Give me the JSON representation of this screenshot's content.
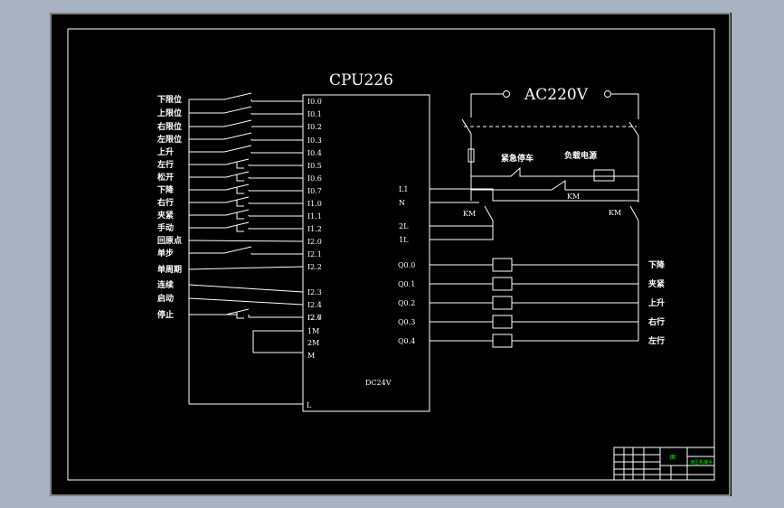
{
  "title": "CPU226",
  "power": "AC220V",
  "supply": "DC24V",
  "inputs": [
    {
      "label": "下限位",
      "pin": "I0.0",
      "type": "no"
    },
    {
      "label": "上限位",
      "pin": "I0.1",
      "type": "no"
    },
    {
      "label": "右限位",
      "pin": "I0.2",
      "type": "no"
    },
    {
      "label": "左限位",
      "pin": "I0.3",
      "type": "no"
    },
    {
      "label": "上升",
      "pin": "I0.4",
      "type": "no"
    },
    {
      "label": "左行",
      "pin": "I0.5",
      "type": "push"
    },
    {
      "label": "松开",
      "pin": "I0.6",
      "type": "push"
    },
    {
      "label": "下降",
      "pin": "I0.7",
      "type": "push"
    },
    {
      "label": "右行",
      "pin": "I1.0",
      "type": "push"
    },
    {
      "label": "夹紧",
      "pin": "I1.1",
      "type": "push"
    },
    {
      "label": "手动",
      "pin": "I1.2",
      "type": "push"
    },
    {
      "label": "回原点",
      "pin": "I2.0",
      "type": "wire"
    },
    {
      "label": "单步",
      "pin": "I2.1",
      "type": "no"
    },
    {
      "label": "单周期",
      "pin": "I2.2",
      "type": "wire"
    },
    {
      "label": "连续",
      "pin": "I2.3",
      "type": "wire"
    },
    {
      "label": "启动",
      "pin": "I2.4",
      "type": "wire"
    },
    {
      "label": "停止",
      "pin": "I2.6",
      "type": "push"
    }
  ],
  "extra_pins": [
    "I2.7",
    "1M",
    "2M",
    "M"
  ],
  "power_pins": [
    "L1",
    "N",
    "2L",
    "1L"
  ],
  "bottom_pin": "L",
  "outputs": [
    {
      "pin": "Q0.0",
      "label": "下降"
    },
    {
      "pin": "Q0.1",
      "label": "夹紧"
    },
    {
      "pin": "Q0.2",
      "label": "上升"
    },
    {
      "pin": "Q0.3",
      "label": "右行"
    },
    {
      "pin": "Q0.4",
      "label": "左行"
    }
  ],
  "emergency_stop": "紧急停车",
  "load_power": "负载电源",
  "contactor": "KM",
  "title_block": {
    "label": "图",
    "name_cell": "液压机械手"
  },
  "colors": {
    "line": "#ffffff",
    "frame": "#ffffff",
    "title_text": "#00ff00"
  }
}
